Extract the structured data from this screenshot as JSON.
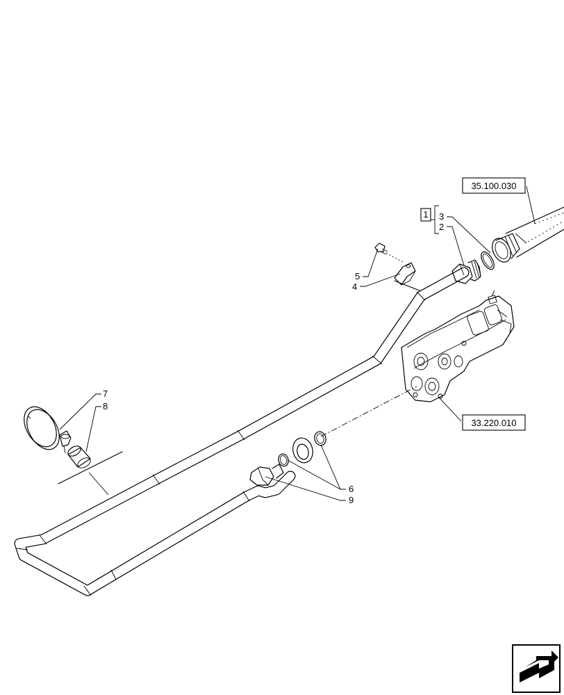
{
  "diagram": {
    "references": {
      "top": "35.100.030",
      "right": "33.220.010"
    },
    "kit_label": "1",
    "callouts": {
      "c2": "2",
      "c3": "3",
      "c4": "4",
      "c5": "5",
      "c6": "6",
      "c7": "7",
      "c8": "8",
      "c9": "9"
    },
    "nav_icon": "next-page-arrow-icon"
  }
}
